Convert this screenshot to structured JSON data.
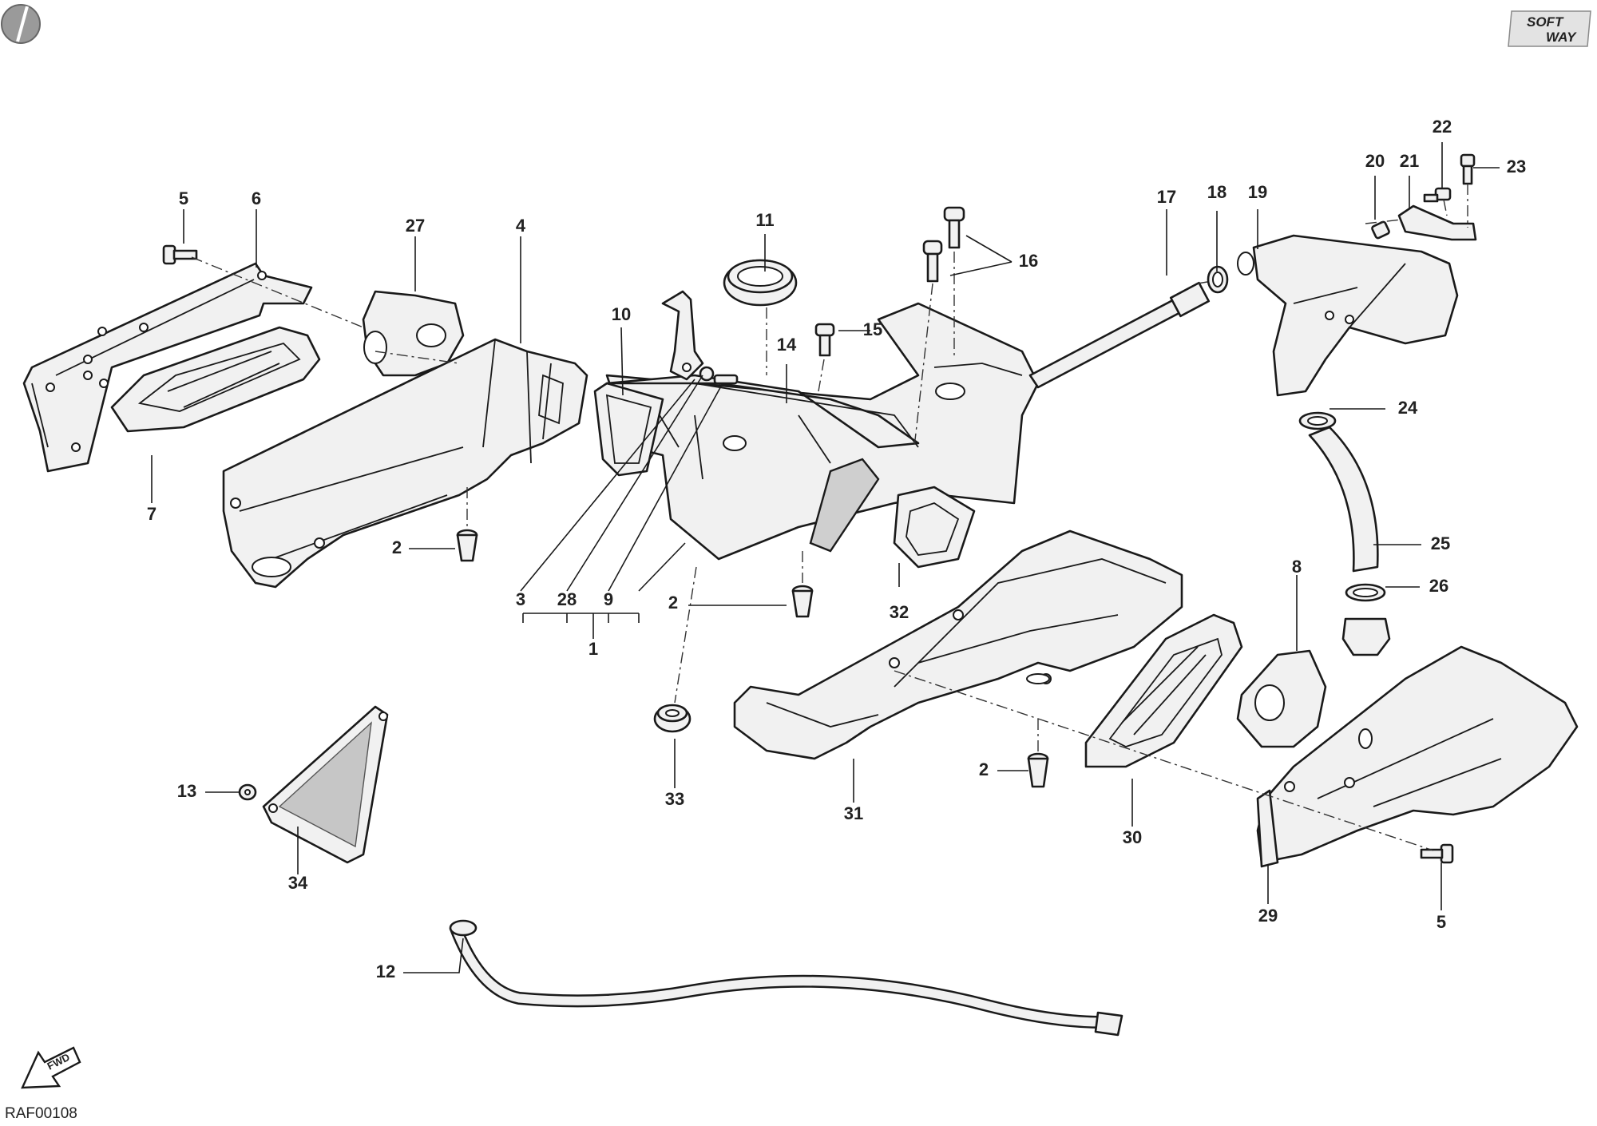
{
  "diagram_code": "RAF00108",
  "brand": {
    "line1": "SOFT",
    "line2": "WAY"
  },
  "fwd_label": "FWD",
  "callouts": [
    "5",
    "6",
    "27",
    "4",
    "7",
    "2",
    "10",
    "11",
    "14",
    "15",
    "16",
    "17",
    "18",
    "19",
    "20",
    "21",
    "22",
    "23",
    "24",
    "25",
    "26",
    "3",
    "28",
    "9",
    "1",
    "2",
    "32",
    "8",
    "33",
    "31",
    "2",
    "30",
    "29",
    "5",
    "13",
    "34",
    "12"
  ]
}
